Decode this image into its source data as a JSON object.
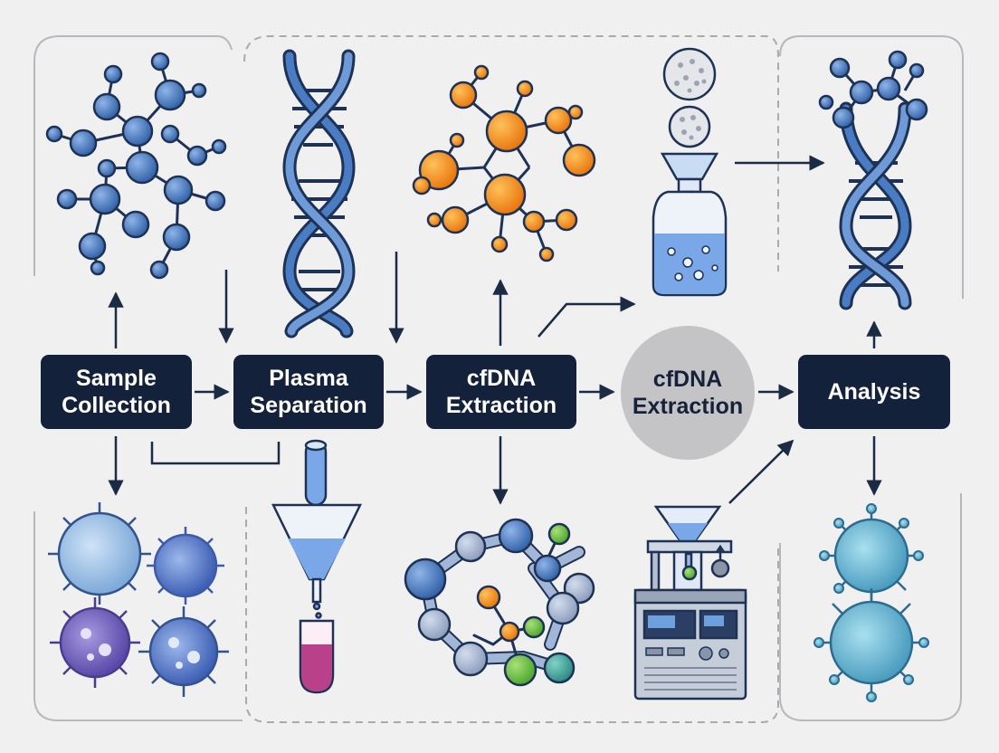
{
  "steps": {
    "sample_collection": {
      "line1": "Sample",
      "line2": "Collection"
    },
    "plasma_separation": {
      "line1": "Plasma",
      "line2": "Separation"
    },
    "cfdna_extraction_box": {
      "line1": "cfDNA",
      "line2": "Extraction"
    },
    "cfdna_extraction_circle": {
      "line1": "cfDNA",
      "line2": "Extraction"
    },
    "analysis": {
      "line1": "Analysis"
    }
  },
  "colors": {
    "background": "#f0f0f1",
    "step_box": "#13213a",
    "step_text": "#ffffff",
    "circle_fill": "#c4c4c6",
    "circle_text": "#16223a",
    "dna_blue": "#3d6fb5",
    "molecule_orange": "#f08a1c",
    "arrow": "#1c2b44"
  },
  "icons": [
    "blue-molecule-network-icon",
    "dna-helix-icon",
    "orange-molecule-network-icon",
    "filter-bottle-icon",
    "dna-helix-with-nodes-icon",
    "virus-cluster-icon",
    "funnel-test-tube-icon",
    "molecule-chain-icon",
    "lab-instrument-icon",
    "blue-virus-pair-icon"
  ]
}
